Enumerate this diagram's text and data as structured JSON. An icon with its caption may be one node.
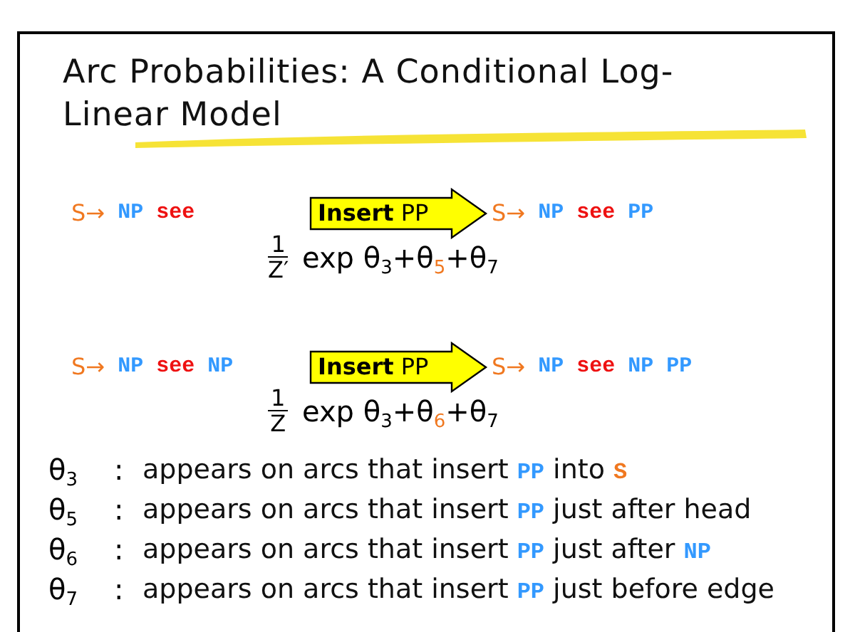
{
  "diagram": {
    "title": "Arc Probabilities: A Conditional Log-Linear Model",
    "nodes": [
      {
        "text": [
          "S→",
          "NP",
          "see"
        ]
      },
      {
        "text": [
          "S→",
          "NP",
          "see",
          "PP"
        ]
      },
      {
        "text": [
          "S→",
          "NP",
          "see",
          "NP"
        ]
      },
      {
        "text": [
          "S→",
          "NP",
          "see",
          "NP",
          "PP"
        ]
      }
    ],
    "edges": [
      {
        "from": 0,
        "to": 1,
        "arrow": "to",
        "label": "**Insert** PP"
      },
      {
        "from": 2,
        "to": 3,
        "arrow": "to",
        "label": "**Insert** PP"
      }
    ],
    "labels": [
      "1",
      "Z′",
      "exp θ$_{3}$+θ$_{5}$+θ$_{7}$",
      "1",
      "Z",
      "exp θ$_{3}$+θ$_{6}$+θ$_{7}$",
      "θ$_{3}$",
      ":",
      "appears on arcs that insert **PP** into **S**",
      "θ$_{5}$",
      ":",
      "appears on arcs that insert **PP** just after head",
      "θ$_{6}$",
      ":",
      "appears on arcs that insert **PP** just after **NP**",
      "θ$_{7}$",
      ":",
      "appears on arcs that insert **PP** just before edge"
    ]
  }
}
